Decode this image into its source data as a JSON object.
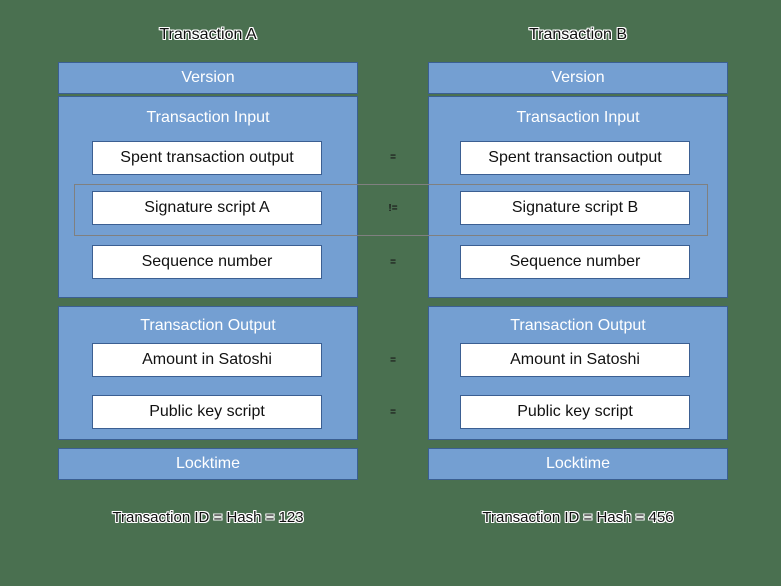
{
  "diagram": {
    "title_left": "Transaction A",
    "title_right": "Transaction B",
    "background_color": "#4A7050",
    "panel_color": "#749FD2",
    "panel_border_color": "#3B5F92",
    "field_color": "#FFFFFF",
    "highlight_border_color": "#808080"
  },
  "columns": {
    "left": {
      "title": "Transaction A",
      "version_label": "Version",
      "input_section": {
        "heading": "Transaction Input",
        "fields": [
          "Spent transaction output",
          "Signature script A",
          "Sequence number"
        ]
      },
      "output_section": {
        "heading": "Transaction Output",
        "fields": [
          "Amount in Satoshi",
          "Public key script"
        ]
      },
      "locktime_label": "Locktime",
      "hash_label": "Transaction ID = Hash = 123"
    },
    "right": {
      "title": "Transaction B",
      "version_label": "Version",
      "input_section": {
        "heading": "Transaction Input",
        "fields": [
          "Spent transaction output",
          "Signature script B",
          "Sequence number"
        ]
      },
      "output_section": {
        "heading": "Transaction Output",
        "fields": [
          "Amount in Satoshi",
          "Public key script"
        ]
      },
      "locktime_label": "Locktime",
      "hash_label": "Transaction ID = Hash = 456"
    }
  },
  "comparisons": [
    {
      "row": "spent-transaction-output",
      "operator": "="
    },
    {
      "row": "signature-script",
      "operator": "!="
    },
    {
      "row": "sequence-number",
      "operator": "="
    },
    {
      "row": "amount-in-satoshi",
      "operator": "="
    },
    {
      "row": "public-key-script",
      "operator": "="
    }
  ]
}
